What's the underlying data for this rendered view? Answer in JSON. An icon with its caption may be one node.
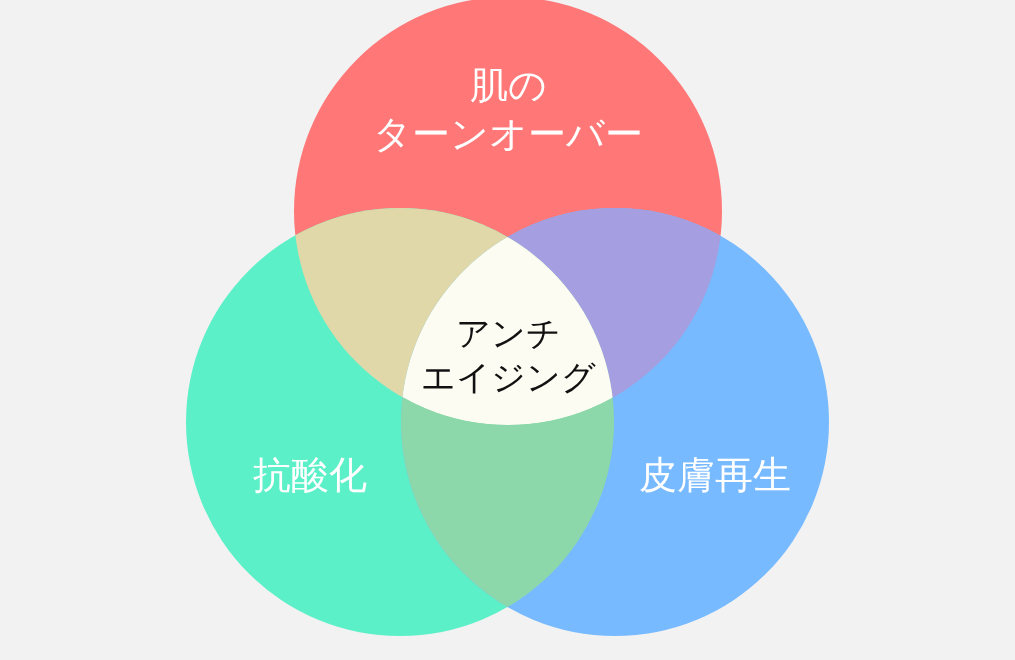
{
  "diagram": {
    "nodes": [
      {
        "text": [
          "肌のターンオーバー"
        ]
      },
      {
        "text": [
          "抗酸化"
        ]
      },
      {
        "text": [
          "皮膚再生"
        ]
      },
      {
        "text": [
          "アンチエイジング"
        ]
      }
    ]
  }
}
